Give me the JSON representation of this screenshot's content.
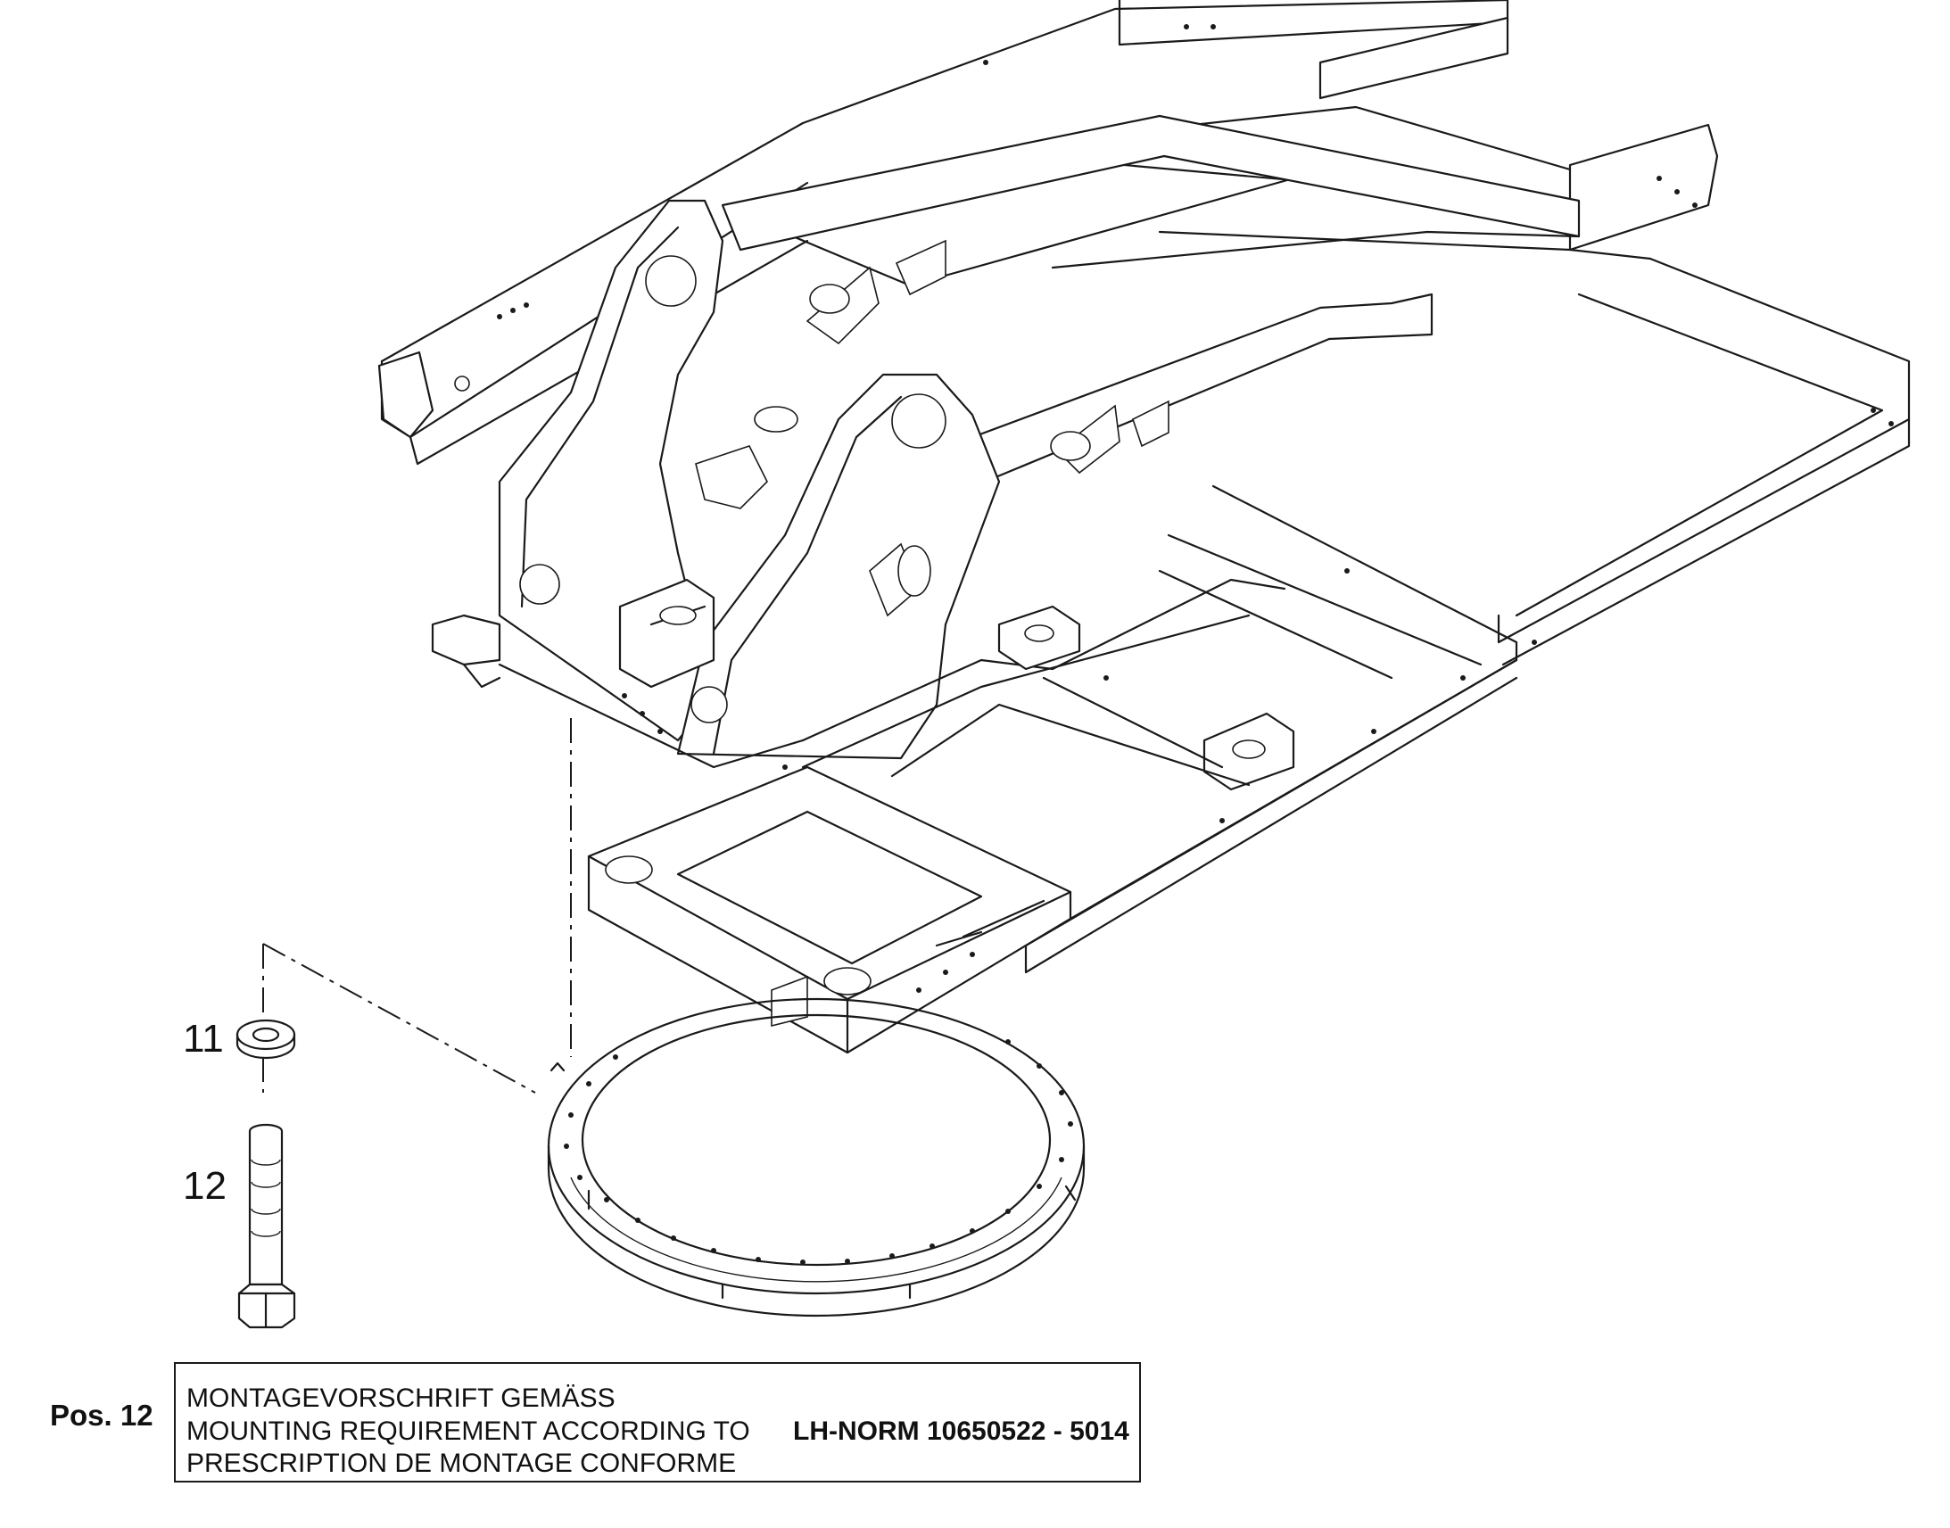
{
  "callouts": {
    "item_11": "11",
    "item_12": "12"
  },
  "note": {
    "position_label": "Pos. 12",
    "line_de": "MONTAGEVORSCHRIFT GEMÄSS",
    "line_en": "MOUNTING REQUIREMENT ACCORDING TO",
    "line_fr": "PRESCRIPTION DE MONTAGE CONFORME",
    "norm": "LH-NORM 10650522 - 5014"
  },
  "icons": [
    "frame-drawing",
    "slewing-ring",
    "washer-icon",
    "bolt-icon"
  ],
  "colors": {
    "line": "#1a1a1a",
    "background": "#ffffff"
  }
}
